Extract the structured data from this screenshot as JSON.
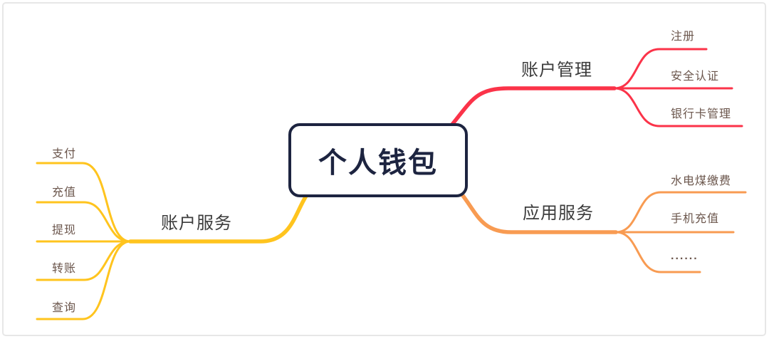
{
  "canvas": {
    "background": "#ffffff",
    "frame_border_color": "#e7e7e7"
  },
  "root": {
    "label": "个人钱包",
    "text_color": "#1d2440",
    "border_color": "#1d2440",
    "fill_color": "#ffffff"
  },
  "text_colors": {
    "topic": "#3c3c3c",
    "child": "#6b564c"
  },
  "branches": [
    {
      "id": "account-management",
      "label": "账户管理",
      "color": "#fb3349",
      "side": "top-right",
      "children": [
        {
          "label": "注册"
        },
        {
          "label": "安全认证"
        },
        {
          "label": "银行卡管理"
        }
      ]
    },
    {
      "id": "application-services",
      "label": "应用服务",
      "color": "#f89b52",
      "side": "bottom-right",
      "children": [
        {
          "label": "水电煤缴费"
        },
        {
          "label": "手机充值"
        },
        {
          "label": "......"
        }
      ]
    },
    {
      "id": "account-services",
      "label": "账户服务",
      "color": "#ffc41e",
      "side": "left",
      "children": [
        {
          "label": "支付"
        },
        {
          "label": "充值"
        },
        {
          "label": "提现"
        },
        {
          "label": "转账"
        },
        {
          "label": "查询"
        }
      ]
    }
  ]
}
